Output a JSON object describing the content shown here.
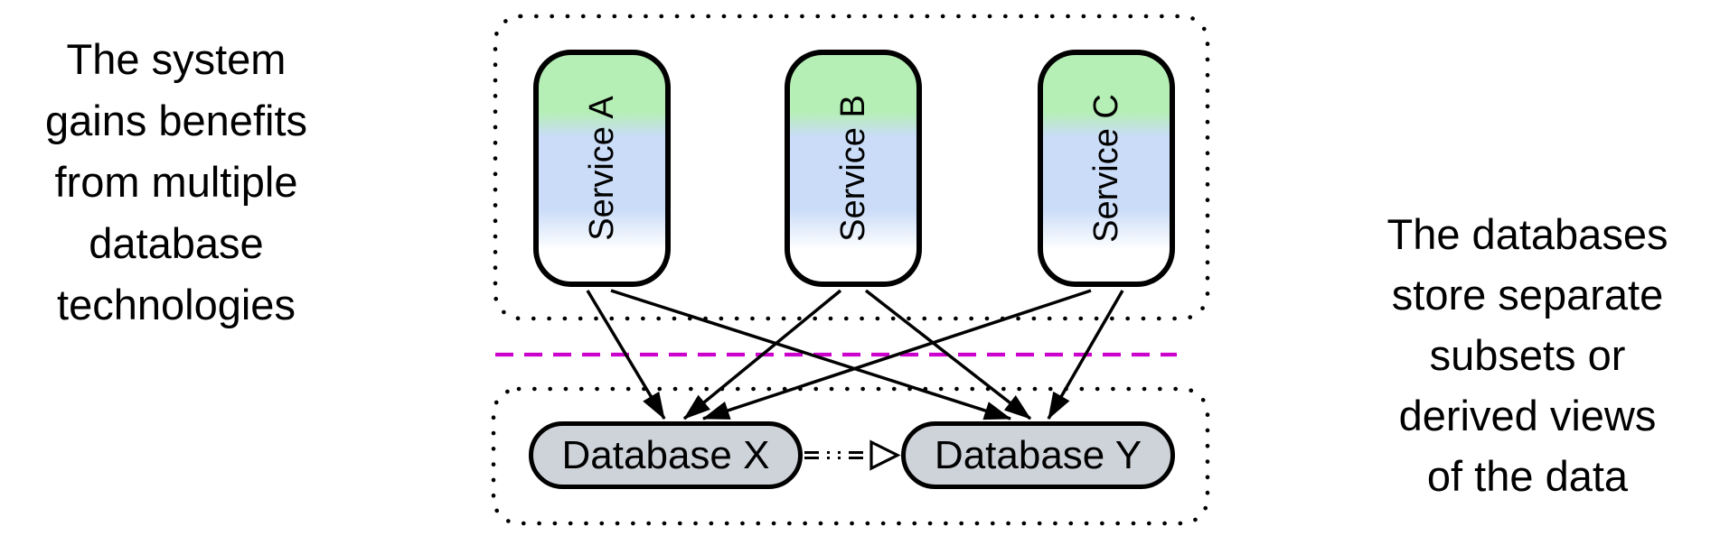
{
  "diagram": {
    "left_note": {
      "lines": [
        "The system",
        "gains benefits",
        "from multiple",
        "database",
        "technologies"
      ]
    },
    "right_note": {
      "lines": [
        "The databases",
        "store separate",
        "subsets or",
        "derived views",
        "of the data"
      ]
    },
    "services": [
      {
        "label": "Service A"
      },
      {
        "label": "Service B"
      },
      {
        "label": "Service C"
      }
    ],
    "databases": [
      {
        "label": "Database X"
      },
      {
        "label": "Database Y"
      }
    ],
    "connections": [
      {
        "from": "Service A",
        "to": "Database X",
        "style": "solid-filled-arrow"
      },
      {
        "from": "Service A",
        "to": "Database Y",
        "style": "solid-filled-arrow"
      },
      {
        "from": "Service B",
        "to": "Database X",
        "style": "solid-filled-arrow"
      },
      {
        "from": "Service B",
        "to": "Database Y",
        "style": "solid-filled-arrow"
      },
      {
        "from": "Service C",
        "to": "Database X",
        "style": "solid-filled-arrow"
      },
      {
        "from": "Service C",
        "to": "Database Y",
        "style": "solid-filled-arrow"
      },
      {
        "from": "Database X",
        "to": "Database Y",
        "style": "dotted-double-line-open-arrow"
      }
    ],
    "colors": {
      "service_gradient_top": "#b5efb5",
      "service_gradient_middle": "#cadcf8",
      "service_gradient_bottom": "#ffffff",
      "database_fill": "#ced3da",
      "divider_line": "#cc00cc",
      "stroke": "#000000",
      "background": "#ffffff"
    }
  }
}
